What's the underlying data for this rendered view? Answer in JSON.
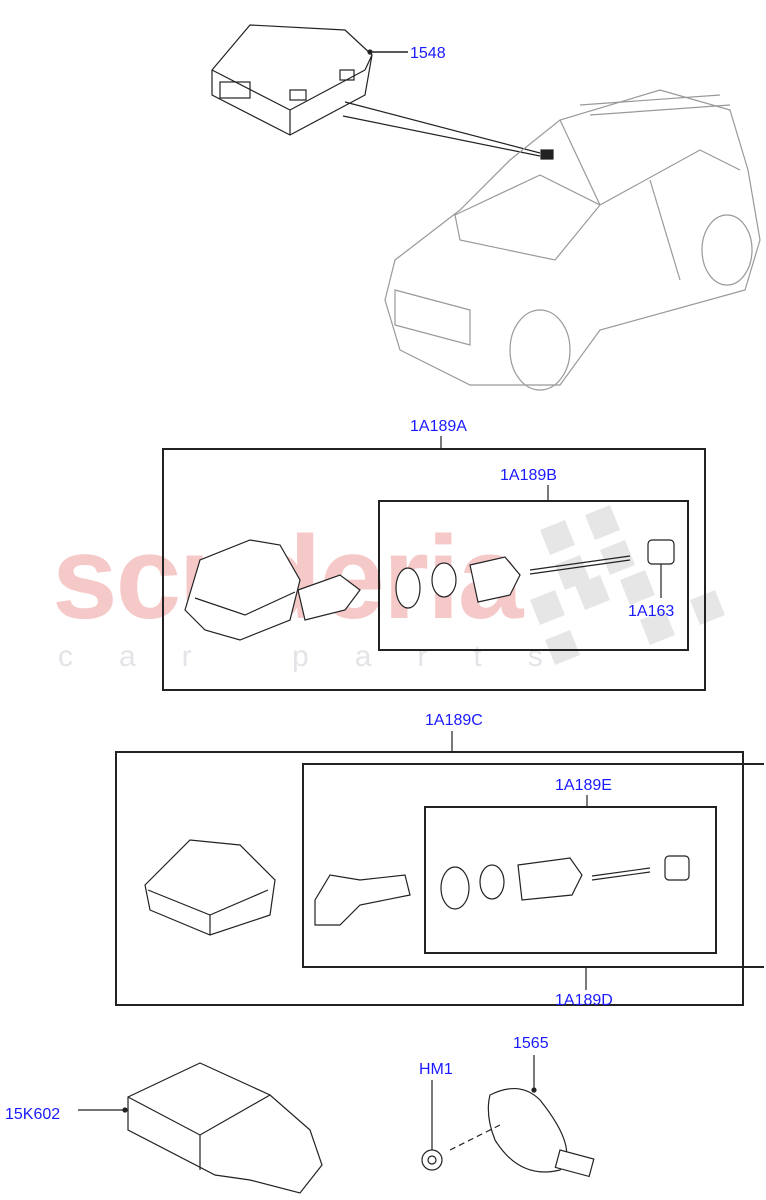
{
  "watermark": {
    "brand": "scuderia",
    "tagline": "car parts",
    "brand_color": "#f6c9c9"
  },
  "label_color": "#1a1aff",
  "callouts": {
    "ecu_module": "1548",
    "kit_a": "1A189A",
    "kit_b": "1A189B",
    "valve_cap": "1A163",
    "kit_c": "1A189C",
    "kit_e": "1A189E",
    "kit_d": "1A189D",
    "receiver": "15K602",
    "bracket": "1565",
    "screw": "HM1"
  }
}
